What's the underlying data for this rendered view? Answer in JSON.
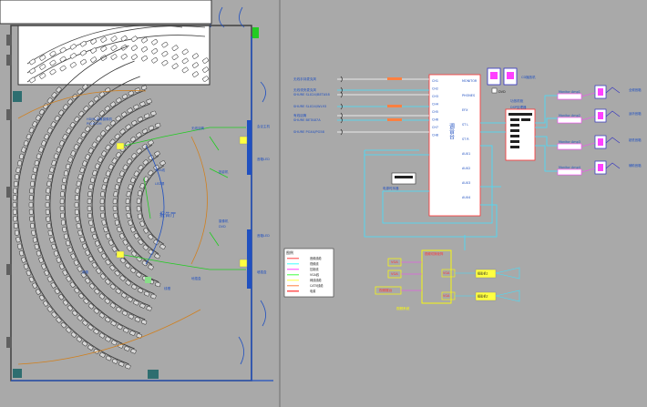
{
  "floor_plan": {
    "hall_label": "报告厅",
    "sub_label_1": "LED屏",
    "sub_label_2": "LED屏"
  },
  "legend": {
    "title": "图例",
    "items": [
      {
        "label": "音频线缆",
        "color": "#ff4040"
      },
      {
        "label": "视频线",
        "color": "#40ffff"
      },
      {
        "label": "控制线",
        "color": "#ff40ff"
      },
      {
        "label": "VGA线",
        "color": "#40ff40"
      },
      {
        "label": "网线线缆",
        "color": "#ffff40"
      },
      {
        "label": "CAT5线缆",
        "color": "#ff8040"
      },
      {
        "label": "电源",
        "color": "#ff0000"
      }
    ]
  },
  "mixer": {
    "title": "调音台",
    "left_ports": [
      "CH1",
      "CH2",
      "CH3",
      "CH4",
      "CH5",
      "CH6",
      "CH7",
      "CH8"
    ],
    "right_ports": [
      "MONITOR",
      "PHONES",
      "EFX",
      "ST L",
      "ST R",
      "AUX1",
      "AUX2",
      "AUX3",
      "AUX4"
    ]
  },
  "inputs": [
    {
      "label": "无线手持麦克风"
    },
    {
      "label": "无线领夹麦克风"
    },
    {
      "label": "SHURE SLX24/BETA58"
    },
    {
      "label": "SHURE SLX24/WL93"
    },
    {
      "label": "有线话筒"
    },
    {
      "label": "SHURE BETA87A"
    },
    {
      "label": "SHURE PGX4/PG58"
    }
  ],
  "processor": {
    "label": "DSP处理器"
  },
  "power": {
    "label": "电源时序器"
  },
  "amp_title": "功放机柜",
  "amps": [
    {
      "label": "Monitor Amp1"
    },
    {
      "label": "Monitor Amp2"
    },
    {
      "label": "Monitor Amp3"
    },
    {
      "label": "Monitor Amp4"
    }
  ],
  "speakers": [
    {
      "label": "全频音箱"
    },
    {
      "label": "返听音箱"
    },
    {
      "label": "超低音箱"
    },
    {
      "label": "辅助音箱"
    }
  ],
  "cd_player": {
    "label": "CD播放机"
  },
  "video": {
    "switcher_label": "视频切换矩阵",
    "sources": [
      "VGA",
      "VGA",
      "视频展台"
    ],
    "projectors": [
      "投影机1",
      "投影机2"
    ],
    "caption": "视频系统"
  },
  "colors": {
    "background": "#a9a9a9",
    "line_cyan": "#40e0ff",
    "line_green": "#22cc22",
    "line_magenta": "#ff40ff",
    "line_yellow": "#ffff00",
    "line_red": "#ff3030",
    "wall_blue": "#2050c0"
  }
}
